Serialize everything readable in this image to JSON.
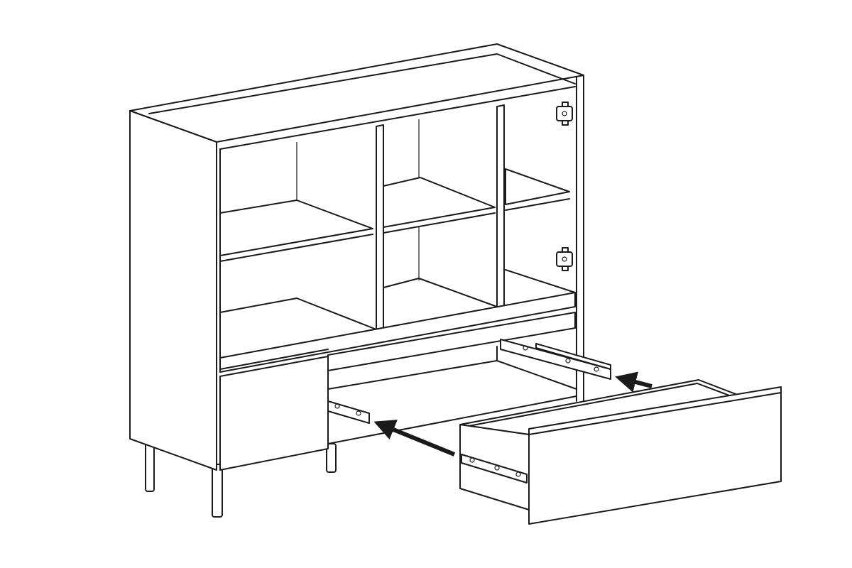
{
  "diagram": {
    "kind": "assembly-instruction",
    "subject": "sideboard-cabinet-with-drawers",
    "colors": {
      "line": "#1a1a1a",
      "background": "#ffffff"
    },
    "parts": [
      "cabinet-body",
      "open-shelf-compartments",
      "door-hinges",
      "small-drawer-front",
      "drawer-slide-rails",
      "drawer-box",
      "drawer-front-panel",
      "metal-legs"
    ],
    "arrows": [
      "insert-drawer-left-slide-arrow",
      "insert-drawer-right-slide-arrow"
    ]
  }
}
